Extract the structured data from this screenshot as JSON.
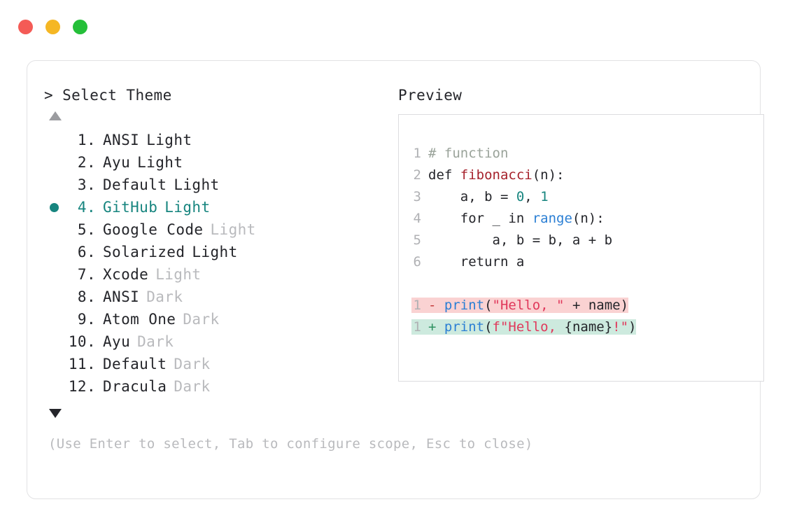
{
  "window": {
    "traffic_lights": [
      {
        "name": "close-button",
        "color": "#f45b56"
      },
      {
        "name": "minimize-button",
        "color": "#f5b724"
      },
      {
        "name": "maximize-button",
        "color": "#25bf39"
      }
    ]
  },
  "picker": {
    "prompt": ">",
    "heading": "Select Theme",
    "scroll_up_glyph": "▲",
    "scroll_down_glyph": "▼",
    "selected_index": 4,
    "bullet_color": "#17857f",
    "items": [
      {
        "index": "1.",
        "name": "ANSI",
        "suffix": "Light",
        "suffix_muted": false,
        "selected": false
      },
      {
        "index": "2.",
        "name": "Ayu",
        "suffix": "Light",
        "suffix_muted": false,
        "selected": false
      },
      {
        "index": "3.",
        "name": "Default",
        "suffix": "Light",
        "suffix_muted": false,
        "selected": false
      },
      {
        "index": "4.",
        "name": "GitHub",
        "suffix": "Light",
        "suffix_muted": false,
        "selected": true
      },
      {
        "index": "5.",
        "name": "Google Code",
        "suffix": "Light",
        "suffix_muted": true,
        "selected": false
      },
      {
        "index": "6.",
        "name": "Solarized",
        "suffix": "Light",
        "suffix_muted": false,
        "selected": false
      },
      {
        "index": "7.",
        "name": "Xcode",
        "suffix": "Light",
        "suffix_muted": true,
        "selected": false
      },
      {
        "index": "8.",
        "name": "ANSI",
        "suffix": "Dark",
        "suffix_muted": true,
        "selected": false
      },
      {
        "index": "9.",
        "name": "Atom One",
        "suffix": "Dark",
        "suffix_muted": true,
        "selected": false
      },
      {
        "index": "10.",
        "name": "Ayu",
        "suffix": "Dark",
        "suffix_muted": true,
        "selected": false
      },
      {
        "index": "11.",
        "name": "Default",
        "suffix": "Dark",
        "suffix_muted": true,
        "selected": false
      },
      {
        "index": "12.",
        "name": "Dracula",
        "suffix": "Dark",
        "suffix_muted": true,
        "selected": false
      }
    ]
  },
  "preview": {
    "heading": "Preview",
    "code_lines": [
      {
        "ln": "1",
        "tokens": [
          {
            "t": "# function",
            "c": "tok-comment"
          }
        ]
      },
      {
        "ln": "2",
        "tokens": [
          {
            "t": "def ",
            "c": "tok-kw"
          },
          {
            "t": "fibonacci",
            "c": "tok-fn"
          },
          {
            "t": "(n):",
            "c": "tok-plain"
          }
        ]
      },
      {
        "ln": "3",
        "tokens": [
          {
            "t": "    a, b = ",
            "c": "tok-plain"
          },
          {
            "t": "0",
            "c": "tok-num"
          },
          {
            "t": ", ",
            "c": "tok-plain"
          },
          {
            "t": "1",
            "c": "tok-num"
          }
        ]
      },
      {
        "ln": "4",
        "tokens": [
          {
            "t": "    for _ in ",
            "c": "tok-plain"
          },
          {
            "t": "range",
            "c": "tok-builtin"
          },
          {
            "t": "(n):",
            "c": "tok-plain"
          }
        ]
      },
      {
        "ln": "5",
        "tokens": [
          {
            "t": "        a, b = b, a + b",
            "c": "tok-plain"
          }
        ]
      },
      {
        "ln": "6",
        "tokens": [
          {
            "t": "    return a",
            "c": "tok-plain"
          }
        ]
      }
    ],
    "diff_lines": [
      {
        "ln": "1",
        "kind": "del",
        "sign": "-",
        "tokens": [
          {
            "t": "print",
            "c": "tok-call"
          },
          {
            "t": "(",
            "c": "tok-plain"
          },
          {
            "t": "\"Hello, \"",
            "c": "tok-str"
          },
          {
            "t": " + name)",
            "c": "tok-plain"
          }
        ]
      },
      {
        "ln": "1",
        "kind": "add",
        "sign": "+",
        "tokens": [
          {
            "t": "print",
            "c": "tok-call"
          },
          {
            "t": "(",
            "c": "tok-plain"
          },
          {
            "t": "f\"Hello, ",
            "c": "tok-str"
          },
          {
            "t": "{name}",
            "c": "tok-plain"
          },
          {
            "t": "!\"",
            "c": "tok-str"
          },
          {
            "t": ")",
            "c": "tok-plain"
          }
        ]
      }
    ],
    "colors": {
      "comment": "#9aa39a",
      "function": "#a6222c",
      "number": "#17857f",
      "builtin": "#2b7fd4",
      "string": "#e0385b",
      "diff_delete_bg": "#fad2d2",
      "diff_add_bg": "#cdeade"
    }
  },
  "footer": {
    "hint": "(Use Enter to select, Tab to configure scope, Esc to close)"
  }
}
